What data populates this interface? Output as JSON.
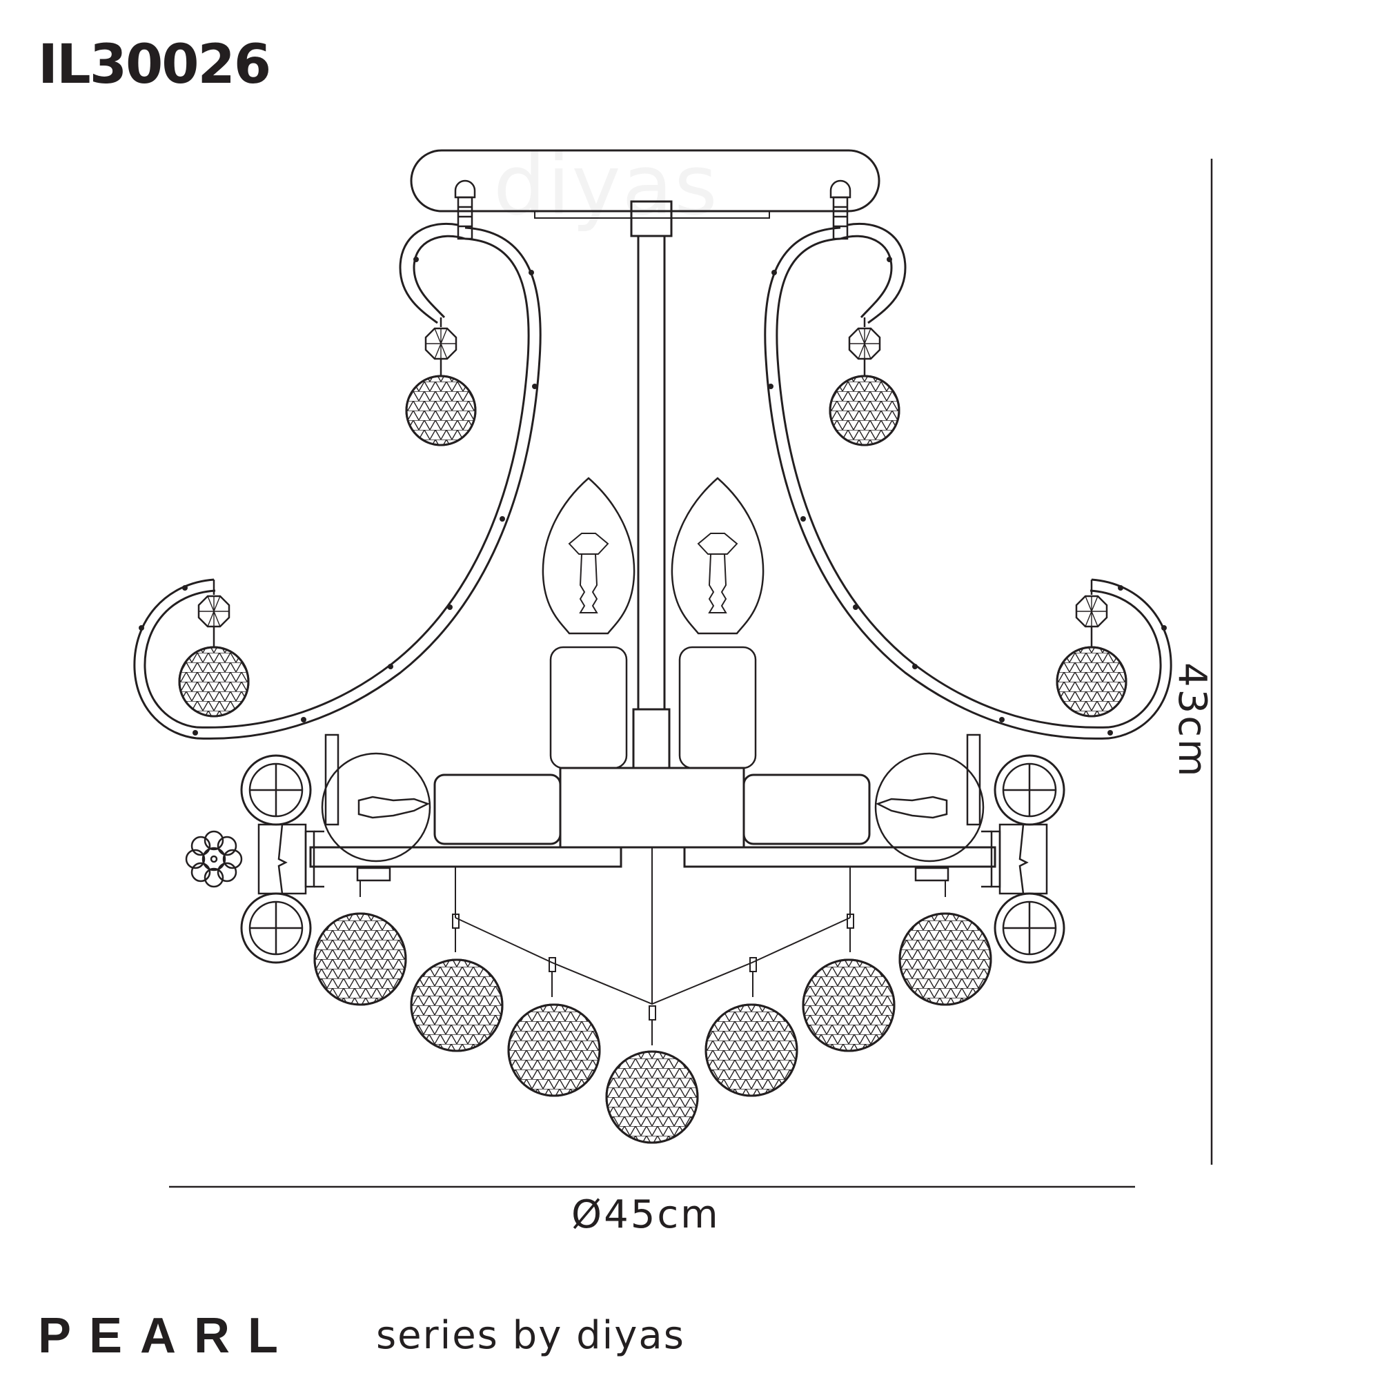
{
  "product": {
    "code": "IL30026",
    "name": "PEARL",
    "series_text": "series by diyas",
    "watermark": "diyas"
  },
  "dimensions": {
    "width_label": "Ø45cm",
    "height_label": "43cm"
  },
  "colors": {
    "line": "#231f20",
    "background": "#ffffff",
    "watermark": "#f3f3f3"
  }
}
